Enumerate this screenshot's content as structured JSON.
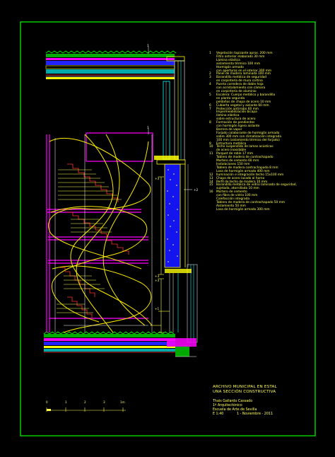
{
  "legend": {
    "items": [
      {
        "num": "1",
        "text": "Vegetación tapizante aprox. 200 mm"
      },
      {
        "num": "",
        "text": "Filtro anterior elaborado 30 mm"
      },
      {
        "num": "",
        "text": "Lámina elástica"
      },
      {
        "num": "",
        "text": "aislamiento térmico 100 mm"
      },
      {
        "num": "",
        "text": "Hormigón armado"
      },
      {
        "num": "",
        "text": "con aperturas en el interior 300 mm"
      },
      {
        "num": "2",
        "text": "Panel de madera laminada 100 mm"
      },
      {
        "num": "3",
        "text": "Barandilla metálica de seguridad"
      },
      {
        "num": "",
        "text": "en carpintería de muro cortina"
      },
      {
        "num": "4",
        "text": "Puerta corredera de doble hoja"
      },
      {
        "num": "",
        "text": "con acristalamiento con cámara"
      },
      {
        "num": "",
        "text": "en carpintería de aluminio"
      },
      {
        "num": "5",
        "text": "Escalera: Cuerpo metálico y barandilla"
      },
      {
        "num": "",
        "text": "en planta segunda"
      },
      {
        "num": "",
        "text": "peldaños de chapa de acero 10 mm"
      },
      {
        "num": "6",
        "text": "Cubierta vegetal y aislante 60 mm"
      },
      {
        "num": "7",
        "text": "Protección antirrobo 60 mm"
      },
      {
        "num": "",
        "text": "Impermeabilización bicapa"
      },
      {
        "num": "",
        "text": "lámina elástica"
      },
      {
        "num": "",
        "text": "sobre estructura de acero"
      },
      {
        "num": "8",
        "text": "Formación de pendientes"
      },
      {
        "num": "",
        "text": "con hormigón ligero aislante"
      },
      {
        "num": "",
        "text": "Barrera de vapor"
      },
      {
        "num": "",
        "text": "Forjado colaborante de hormigón armado"
      },
      {
        "num": "",
        "text": "sobre 300 mm con climatización integrada"
      },
      {
        "num": "",
        "text": "100 mm (aislamiento térmico del forjado)"
      },
      {
        "num": "9",
        "text": "Estructura metálica"
      },
      {
        "num": "10",
        "text": "Techo suspendido de lamas acústicas"
      },
      {
        "num": "",
        "text": "de acero inoxidable"
      },
      {
        "num": "11",
        "text": "Parquet de roble 17 mm"
      },
      {
        "num": "",
        "text": "Tablero de madera de contrachapado"
      },
      {
        "num": "",
        "text": "Mortero de cemento 60 mm"
      },
      {
        "num": "",
        "text": "Instalaciones 150 mm"
      },
      {
        "num": "",
        "text": "Tablero de madera contrachapada 8 mm"
      },
      {
        "num": "",
        "text": "Losa de hormigón armado 400 mm"
      },
      {
        "num": "12",
        "text": "Iluminación e integración techo 15x100 mm"
      },
      {
        "num": "13",
        "text": "Chapa de acero lacado al horno"
      },
      {
        "num": "14",
        "text": "Perfil de techo de madera 10 mm"
      },
      {
        "num": "15",
        "text": "Barandilla metálica de vidrio laminado de seguridad,"
      },
      {
        "num": "",
        "text": "sujetada, atornillada 10 mm"
      },
      {
        "num": "16",
        "text": "Mortero de cemento"
      },
      {
        "num": "",
        "text": "con fibra de vidrio 100 mm"
      },
      {
        "num": "",
        "text": "Calefacción integrada"
      },
      {
        "num": "",
        "text": "Tablero de madera de contrachapado 50 mm"
      },
      {
        "num": "",
        "text": "Aislamiento 50 mm"
      },
      {
        "num": "",
        "text": "Losa de hormigón armado 300 mm"
      }
    ]
  },
  "title_block": {
    "title_line1": "ARCHIVO MUNICIPAL EN ESTAL",
    "title_line2": "UNA SECCIÓN CONSTRUCTIVA",
    "author": "Thais Gallardo Cassado",
    "course": "1º Arquitectónico",
    "school": "Escuela de Arte de Sevilla",
    "scale": "E 1:40",
    "date": "1 - Noviembre - 2011"
  },
  "scale_bar": {
    "labels": [
      "0",
      "1",
      "2",
      "3",
      "1m"
    ]
  },
  "section_labels": {
    "callout_top": "1",
    "callout_mid": "1",
    "level_1": "+3",
    "level_2": "+3",
    "level_3": "+3",
    "level_4": "+1",
    "level_5": "+2"
  },
  "colors": {
    "background": "#000000",
    "frame": "#00ff00",
    "text": "#ffff55",
    "stair_curve": "#ffff00",
    "landing": "#ff00ff",
    "steps": "#ff3333",
    "wall_fill": "#0000ff",
    "glass": "#00ffff"
  }
}
